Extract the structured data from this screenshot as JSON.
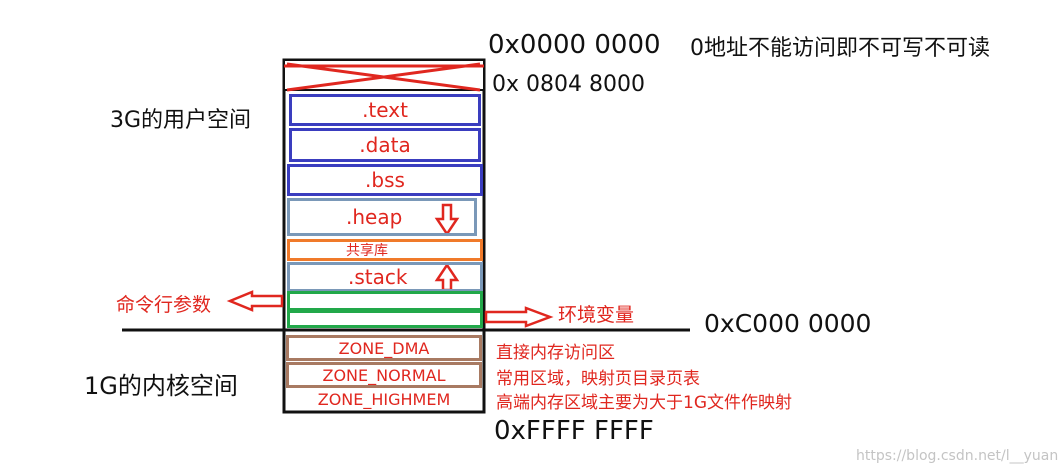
{
  "addresses": {
    "top": "0x0000 0000",
    "code_start": "0x 0804 8000",
    "kernel_start": "0xC000 0000",
    "end": "0xFFFF FFFF"
  },
  "notes": {
    "null_address": "0地址不能访问即不可写不可读",
    "user_space": "3G的用户空间",
    "kernel_space": "1G的内核空间",
    "cmdline_args": "命令行参数",
    "env_vars": "环境变量"
  },
  "segments": {
    "text": ".text",
    "data": ".data",
    "bss": ".bss",
    "heap": ".heap",
    "shared_lib": "共享库",
    "stack": ".stack"
  },
  "zones": [
    {
      "label": "ZONE_DMA",
      "desc": "直接内存访问区"
    },
    {
      "label": "ZONE_NORMAL",
      "desc": "常用区域，映射页目录页表"
    },
    {
      "label": "ZONE_HIGHMEM",
      "desc": "高端内存区域主要为大于1G文件作映射"
    }
  ],
  "watermark": "https://blog.csdn.net/l__yuan",
  "colors": {
    "blue": "#3a3dbf",
    "steel": "#7a98b8",
    "orange": "#f07a2a",
    "green": "#22a84a",
    "brown": "#a87a62",
    "red": "#e0271f",
    "black": "#111111"
  }
}
